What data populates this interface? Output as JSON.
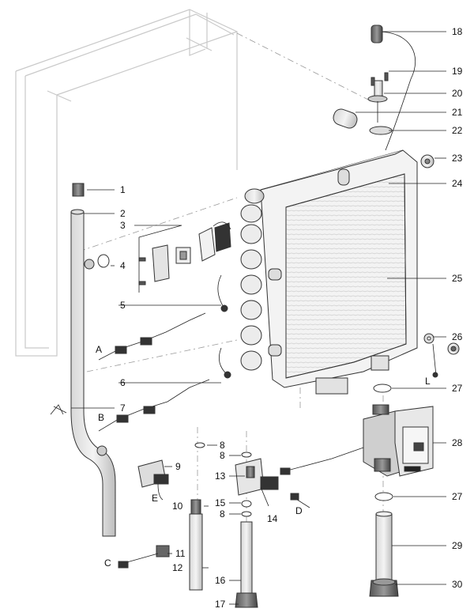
{
  "callouts": {
    "n1": "1",
    "n2": "2",
    "n3": "3",
    "n4": "4",
    "n5": "5",
    "n6": "6",
    "n7": "7",
    "n8a": "8",
    "n8b": "8",
    "n8c": "8",
    "n9": "9",
    "n10": "10",
    "n11": "11",
    "n12": "12",
    "n13": "13",
    "n14": "14",
    "n15": "15",
    "n16": "16",
    "n17": "17",
    "n18": "18",
    "n19": "19",
    "n20": "20",
    "n21": "21",
    "n22": "22",
    "n23": "23",
    "n24": "24",
    "n25": "25",
    "n26": "26",
    "n27a": "27",
    "n27b": "27",
    "n28": "28",
    "n29": "29",
    "n30": "30"
  },
  "letters": {
    "A": "A",
    "B": "B",
    "C": "C",
    "D": "D",
    "E": "E",
    "L": "L"
  }
}
